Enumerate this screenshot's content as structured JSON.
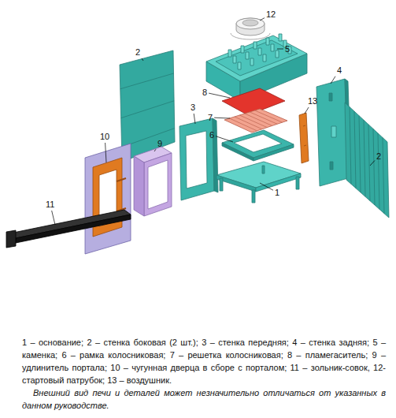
{
  "diagram": {
    "caption": "1 – основание; 2 – стенка боковая (2 шт.); 3 – стенка передняя; 4 – стенка задняя; 5 – каменка; 6 – рамка колосниковая; 7 – решетка колосниковая; 8 – пламегаситель; 9 – удлинитель портала; 10 – чугунная дверца в сборе с порталом; 11 – зольник-совок, 12- стартовый патрубок; 13 – воздушник.",
    "labels": [
      "12",
      "2",
      "5",
      "4",
      "8",
      "13",
      "3",
      "7",
      "6",
      "10",
      "9",
      "2",
      "1",
      "11",
      "Внешний вид печи и деталей может незначительно отличаться от указанных в данном руководстве."
    ]
  }
}
